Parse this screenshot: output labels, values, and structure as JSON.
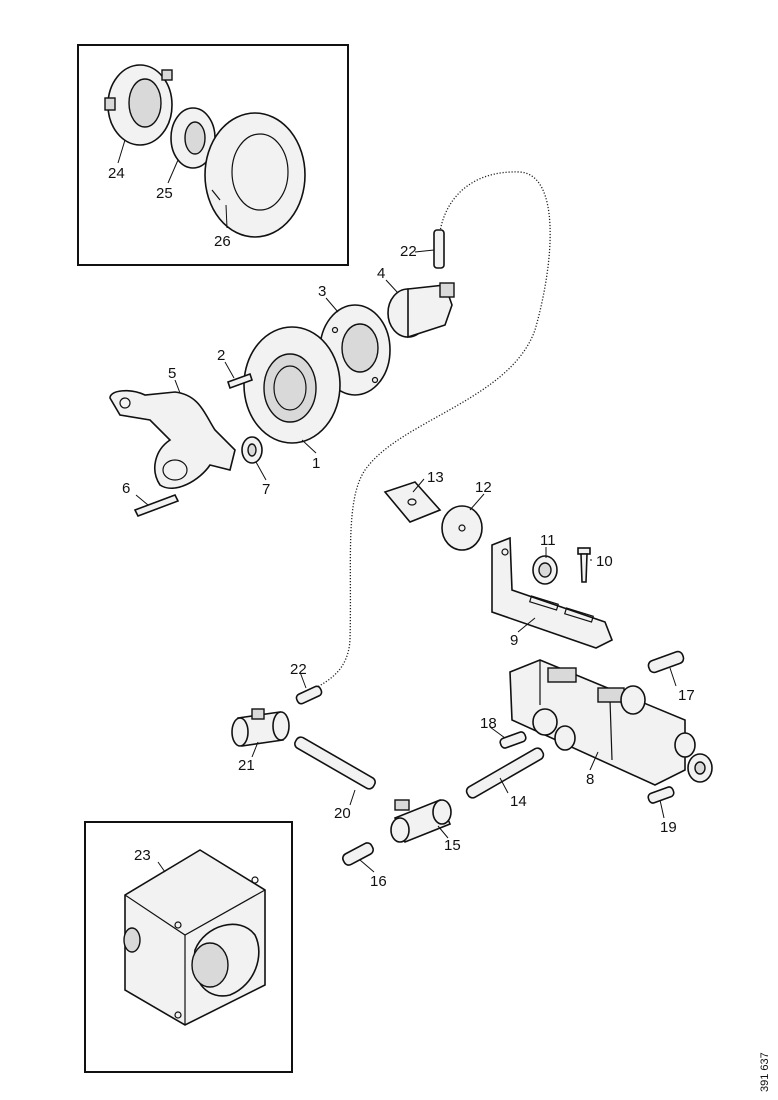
{
  "labels": {
    "l1": "1",
    "l2": "2",
    "l3": "3",
    "l4": "4",
    "l5": "5",
    "l6": "6",
    "l7": "7",
    "l8": "8",
    "l9": "9",
    "l10": "10",
    "l11": "11",
    "l12": "12",
    "l13": "13",
    "l14": "14",
    "l15": "15",
    "l16": "16",
    "l17": "17",
    "l18": "18",
    "l19": "19",
    "l20": "20",
    "l21": "21",
    "l22a": "22",
    "l22b": "22",
    "l23": "23",
    "l24": "24",
    "l25": "25",
    "l26": "26"
  },
  "figure_ref": "391 637"
}
